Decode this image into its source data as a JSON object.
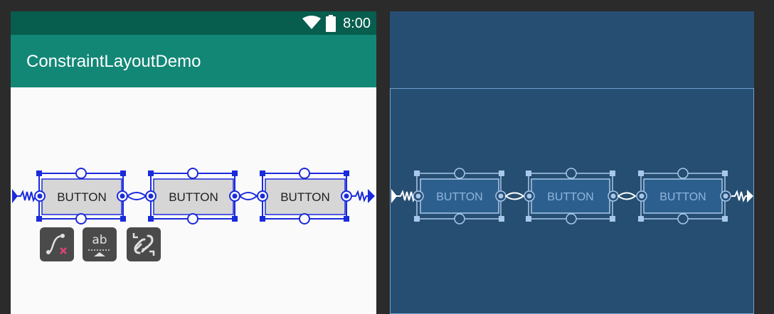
{
  "status_bar": {
    "time": "8:00",
    "wifi_icon": "wifi-icon",
    "battery_icon": "battery-icon",
    "background_color": "#075e4e"
  },
  "app_bar": {
    "title": "ConstraintLayoutDemo",
    "background_color": "#138776"
  },
  "design_buttons": [
    {
      "label": "BUTTON"
    },
    {
      "label": "BUTTON"
    },
    {
      "label": "BUTTON"
    }
  ],
  "blueprint_buttons": [
    {
      "label": "BUTTON"
    },
    {
      "label": "BUTTON"
    },
    {
      "label": "BUTTON"
    }
  ],
  "toolbar": {
    "clear_constraints_icon": "clear-constraints-icon",
    "baseline_label": "ab",
    "chain_icon": "chain-cycle-icon"
  },
  "colors": {
    "selection_blue": "#1a2bdc",
    "blueprint_background": "#264e72",
    "blueprint_line": "#a8c8ea"
  }
}
